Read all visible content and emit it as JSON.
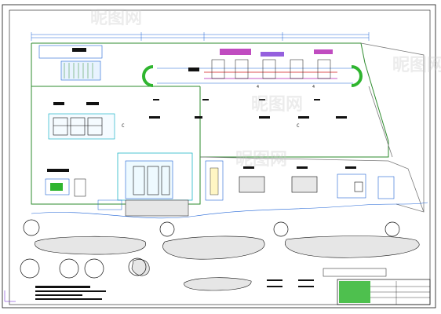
{
  "labels": {
    "left_area": "C",
    "right_area": "C",
    "track_label_1": "4",
    "track_label_2": "4"
  },
  "watermark": {
    "logo_text": "昵图网",
    "repeat": [
      "昵图网",
      "昵图网",
      "昵图网",
      "昵图网"
    ]
  },
  "colors": {
    "frame": "#111111",
    "blue": "#1e63d6",
    "cyan": "#21b6c8",
    "green": "#2e8b2e",
    "magenta": "#b01fb0",
    "red": "#d11a1a",
    "gray": "#8c8c8c"
  }
}
